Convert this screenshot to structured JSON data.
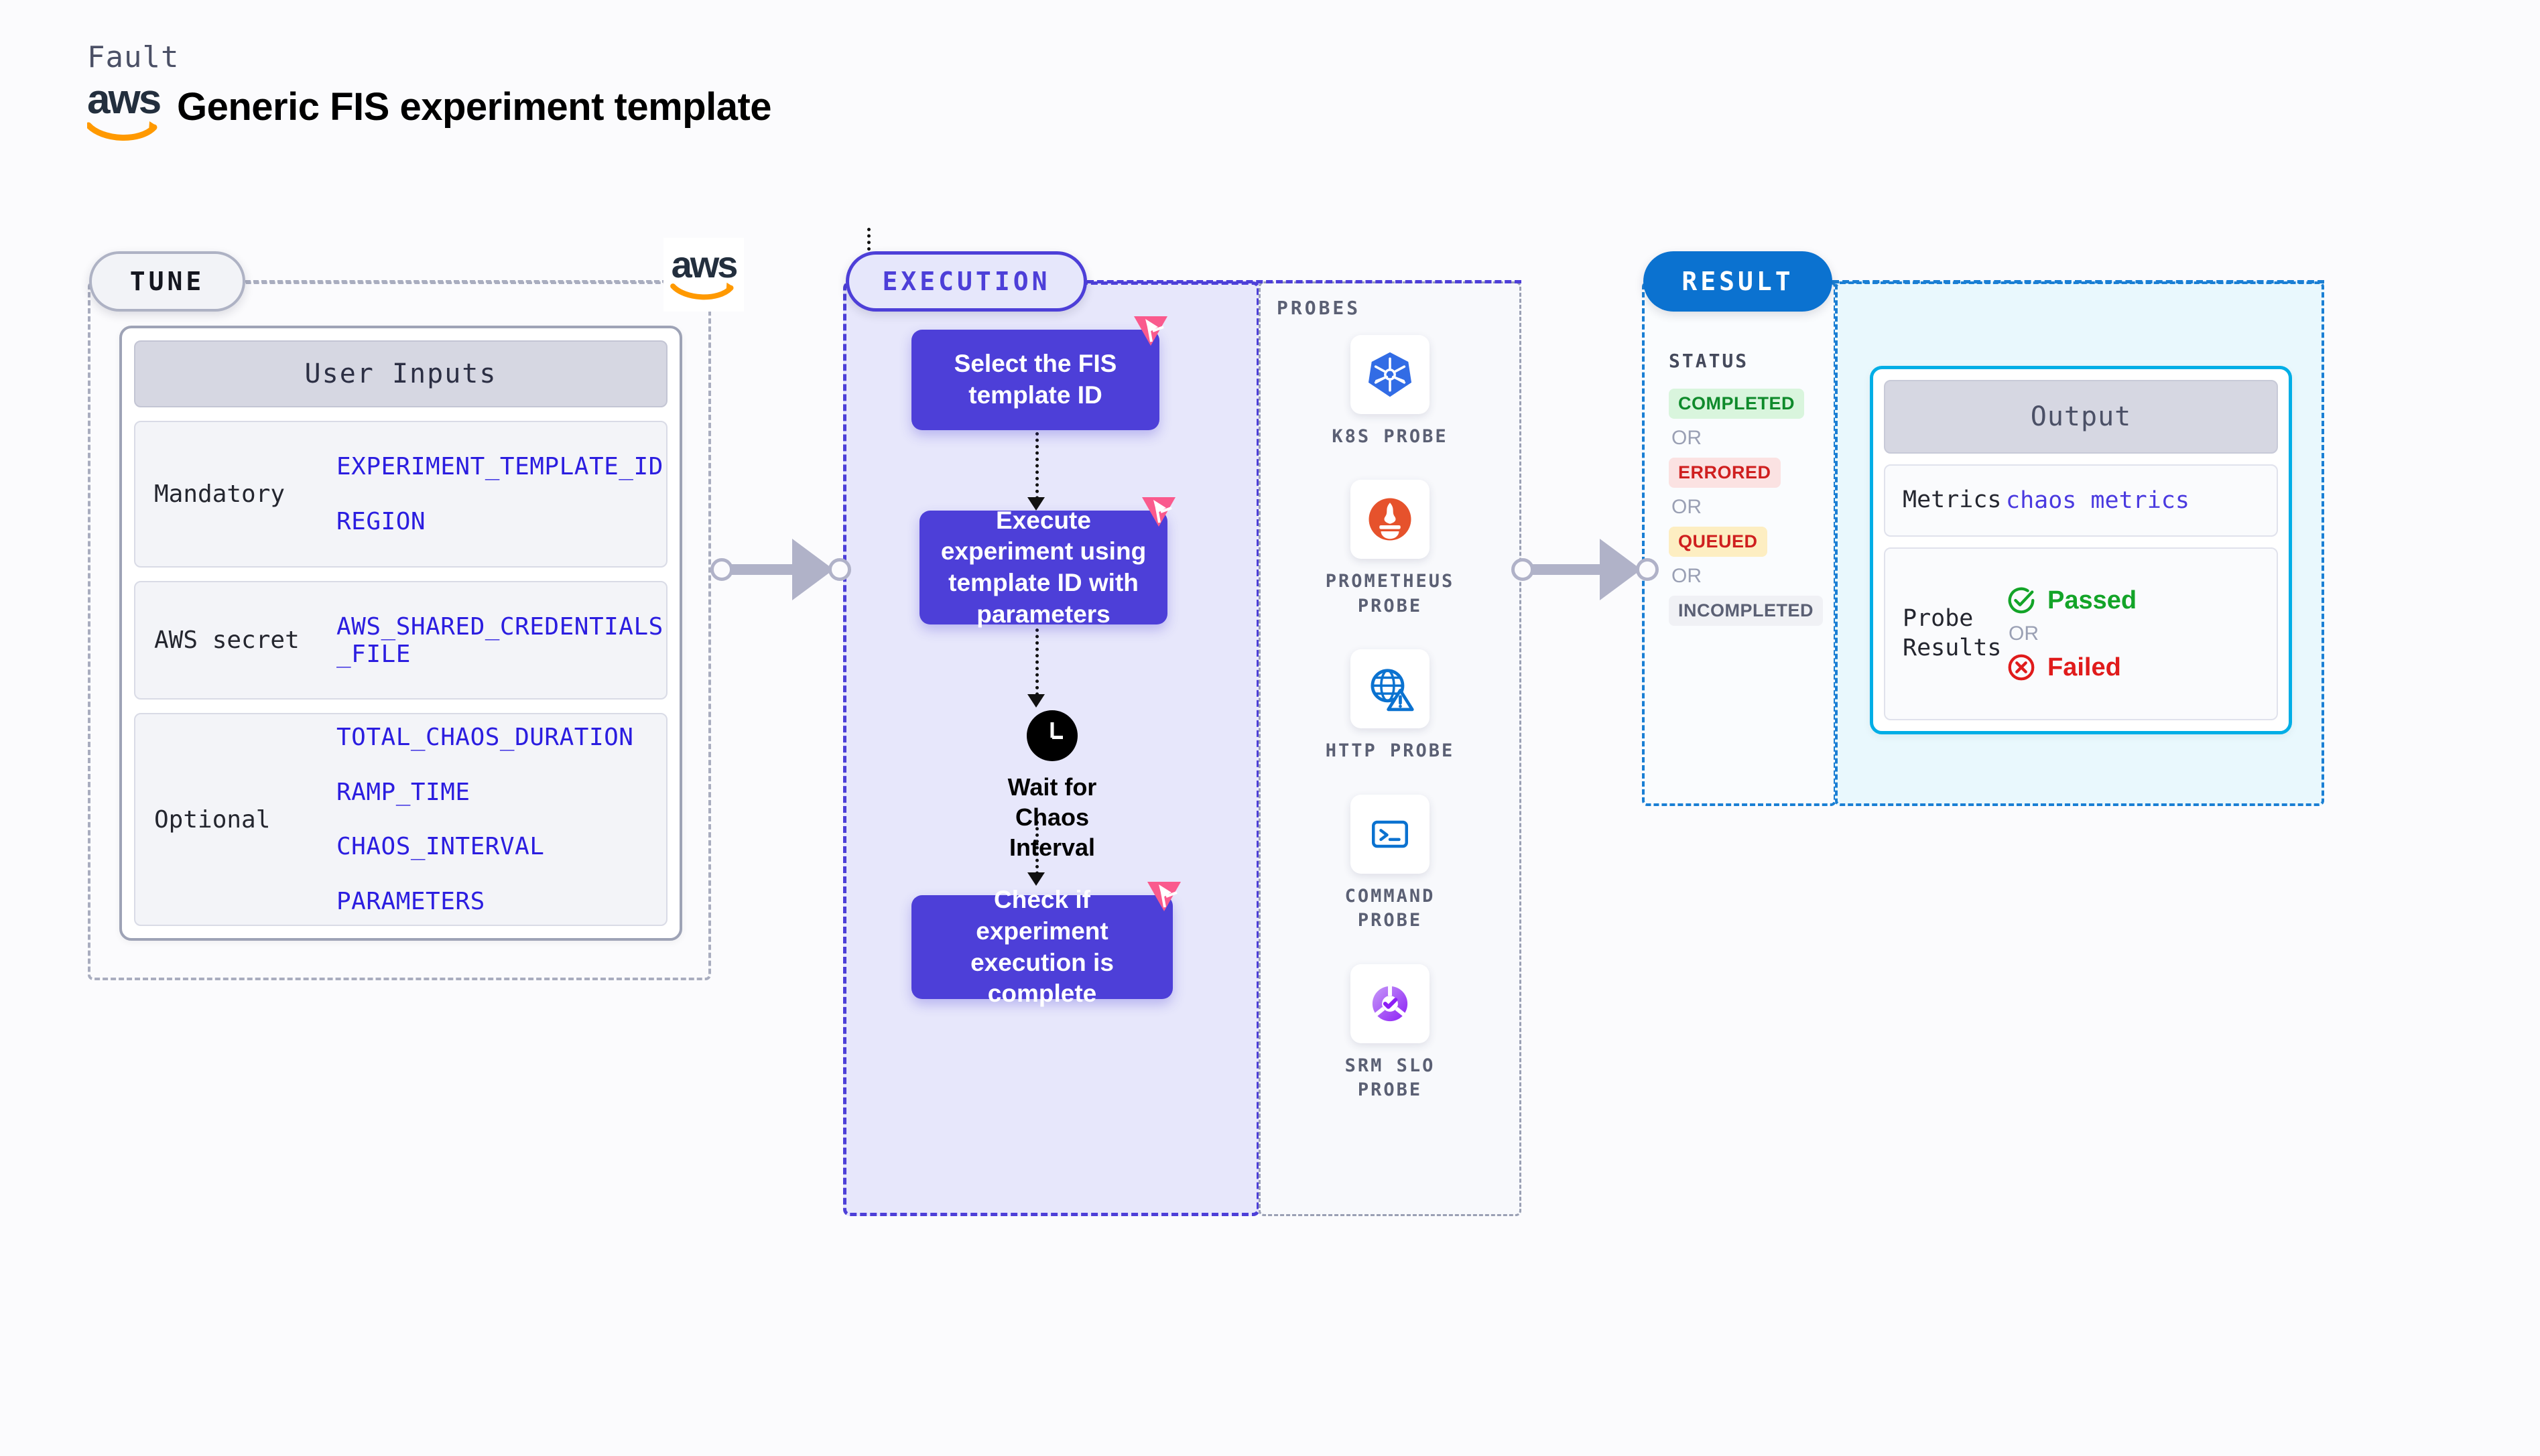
{
  "header": {
    "kicker": "Fault",
    "logo_text": "aws",
    "title": "Generic FIS experiment template"
  },
  "stages": {
    "tune": {
      "label": "TUNE"
    },
    "execution": {
      "label": "EXECUTION"
    },
    "result": {
      "label": "RESULT"
    }
  },
  "tune": {
    "card_title": "User Inputs",
    "rows": [
      {
        "label": "Mandatory",
        "values": [
          "EXPERIMENT_TEMPLATE_ID",
          "REGION"
        ]
      },
      {
        "label": "AWS secret",
        "values": [
          "AWS_SHARED_CREDENTIALS\n_FILE"
        ]
      },
      {
        "label": "Optional",
        "values": [
          "TOTAL_CHAOS_DURATION",
          "RAMP_TIME",
          "CHAOS_INTERVAL",
          "PARAMETERS"
        ]
      }
    ]
  },
  "execution": {
    "steps": [
      {
        "text": "Select the FIS\ntemplate ID",
        "badge": "litmus-chaos-icon"
      },
      {
        "text": "Execute experiment\nusing template ID\nwith parameters",
        "badge": "litmus-chaos-icon"
      },
      {
        "text": "Check if experiment\nexecution is complete",
        "badge": "litmus-chaos-icon"
      }
    ],
    "wait_node": {
      "icon": "clock-icon",
      "label": "Wait for Chaos\nInterval"
    }
  },
  "probes": {
    "title": "PROBES",
    "items": [
      {
        "label": "K8S PROBE",
        "icon": "kubernetes-icon"
      },
      {
        "label": "PROMETHEUS\nPROBE",
        "icon": "prometheus-icon"
      },
      {
        "label": "HTTP PROBE",
        "icon": "http-globe-warning-icon"
      },
      {
        "label": "COMMAND\nPROBE",
        "icon": "terminal-icon"
      },
      {
        "label": "SRM SLO\nPROBE",
        "icon": "srm-slo-donut-icon"
      }
    ]
  },
  "result": {
    "status_title": "STATUS",
    "or_label": "OR",
    "statuses": [
      {
        "label": "COMPLETED",
        "variant": "completed"
      },
      {
        "label": "ERRORED",
        "variant": "errored"
      },
      {
        "label": "QUEUED",
        "variant": "queued"
      },
      {
        "label": "INCOMPLETED",
        "variant": "incomplete"
      }
    ],
    "output": {
      "card_title": "Output",
      "metrics_label": "Metrics",
      "metrics_value": "chaos metrics",
      "probe_results_label": "Probe\nResults",
      "passed_label": "Passed",
      "failed_label": "Failed",
      "or_label": "OR",
      "passed_icon": "check-circle-icon",
      "failed_icon": "x-circle-icon"
    }
  },
  "colors": {
    "primary_purple": "#4d3fd8",
    "result_blue": "#0b72d0",
    "output_border": "#00aee6",
    "aws_orange": "#ff9900",
    "litmus_pink": "#fa5a8d",
    "pass_green": "#13a428",
    "fail_red": "#e01b1b"
  }
}
